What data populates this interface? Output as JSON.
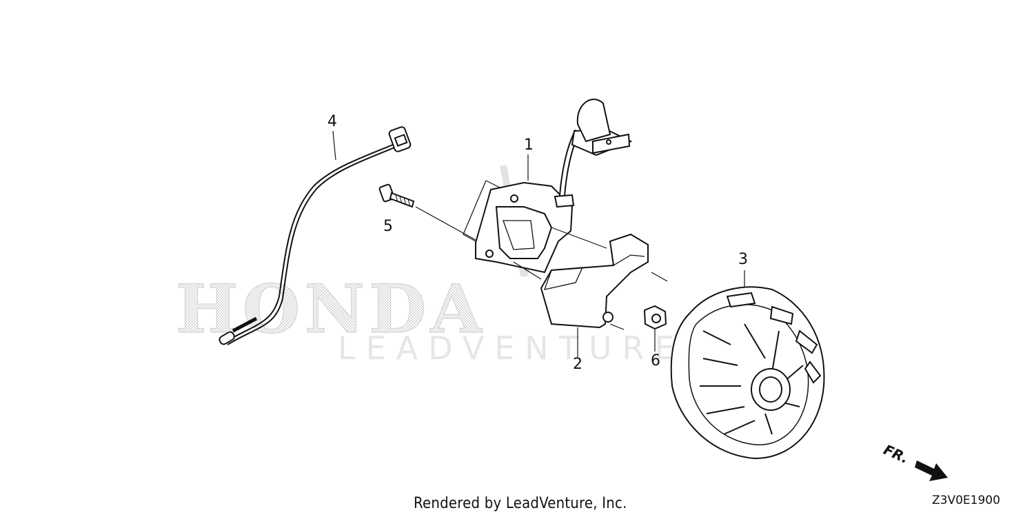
{
  "diagram": {
    "callouts": [
      {
        "id": "1",
        "text": "1"
      },
      {
        "id": "2",
        "text": "2"
      },
      {
        "id": "3",
        "text": "3"
      },
      {
        "id": "4",
        "text": "4"
      },
      {
        "id": "5",
        "text": "5"
      },
      {
        "id": "6",
        "text": "6"
      }
    ],
    "direction_marker": "FR.",
    "diagram_code": "Z3V0E1900",
    "footer": "Rendered by LeadVenture, Inc.",
    "watermark": {
      "brand": "HONDA",
      "subtitle": "LEADVENTURE"
    }
  }
}
